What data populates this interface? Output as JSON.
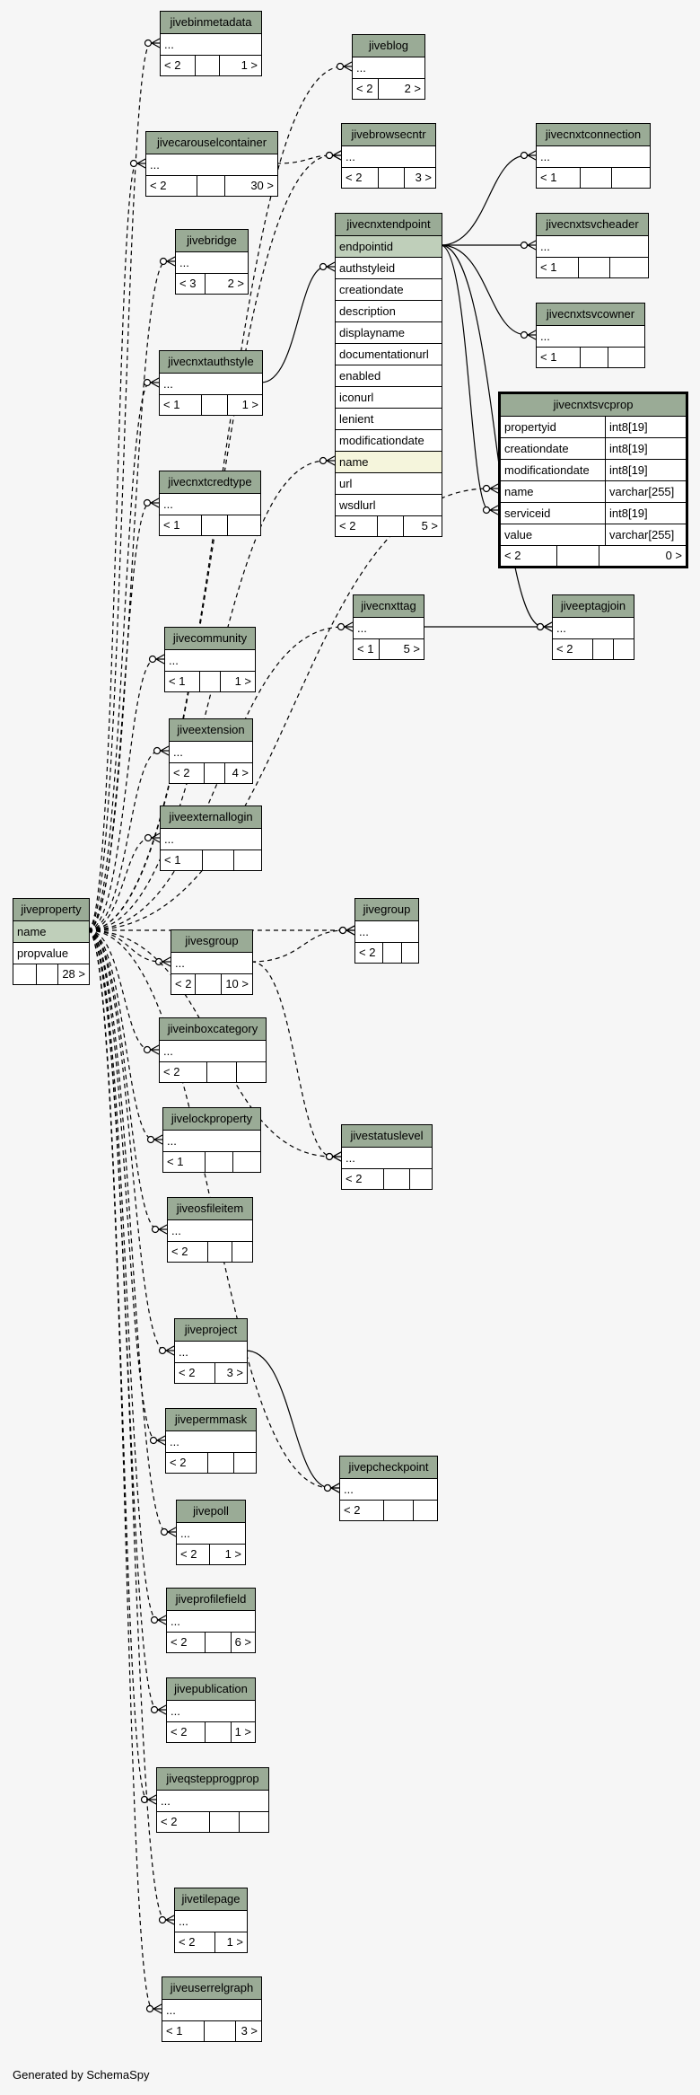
{
  "diagram": {
    "footer": "Generated by SchemaSpy",
    "ellipsis": "...",
    "colors": {
      "header": "#9aab96",
      "pk_row": "#bfcfba",
      "highlight_row": "#f5f5dc",
      "background": "#f6f6f6"
    }
  },
  "tables": {
    "jivebinmetadata": {
      "name": "jivebinmetadata",
      "footer": [
        "< 2",
        "",
        "1 >"
      ]
    },
    "jiveblog": {
      "name": "jiveblog",
      "footer": [
        "< 2",
        "2 >"
      ]
    },
    "jivecarouselcontainer": {
      "name": "jivecarouselcontainer",
      "footer": [
        "< 2",
        "",
        "30 >"
      ]
    },
    "jivebrowsecntr": {
      "name": "jivebrowsecntr",
      "footer": [
        "< 2",
        "",
        "3 >"
      ]
    },
    "jivecnxtconnection": {
      "name": "jivecnxtconnection",
      "footer": [
        "< 1",
        "",
        ""
      ]
    },
    "jivebridge": {
      "name": "jivebridge",
      "footer": [
        "< 3",
        "2 >"
      ]
    },
    "jivecnxtendpoint": {
      "name": "jivecnxtendpoint",
      "columns": [
        "endpointid",
        "authstyleid",
        "creationdate",
        "description",
        "displayname",
        "documentationurl",
        "enabled",
        "iconurl",
        "lenient",
        "modificationdate",
        "name",
        "url",
        "wsdlurl"
      ],
      "footer": [
        "< 2",
        "",
        "5 >"
      ]
    },
    "jivecnxtsvcheader": {
      "name": "jivecnxtsvcheader",
      "footer": [
        "< 1",
        "",
        ""
      ]
    },
    "jivecnxtsvcowner": {
      "name": "jivecnxtsvcowner",
      "footer": [
        "< 1",
        "",
        ""
      ]
    },
    "jivecnxtauthstyle": {
      "name": "jivecnxtauthstyle",
      "footer": [
        "< 1",
        "",
        "1 >"
      ]
    },
    "jivecnxtsvcprop": {
      "name": "jivecnxtsvcprop",
      "columns": [
        [
          "propertyid",
          "int8[19]"
        ],
        [
          "creationdate",
          "int8[19]"
        ],
        [
          "modificationdate",
          "int8[19]"
        ],
        [
          "name",
          "varchar[255]"
        ],
        [
          "serviceid",
          "int8[19]"
        ],
        [
          "value",
          "varchar[255]"
        ]
      ],
      "footer": [
        "< 2",
        "",
        "0 >"
      ]
    },
    "jivecnxtcredtype": {
      "name": "jivecnxtcredtype",
      "footer": [
        "< 1",
        "",
        ""
      ]
    },
    "jivecnxttag": {
      "name": "jivecnxttag",
      "footer": [
        "< 1",
        "5 >"
      ]
    },
    "jiveeptagjoin": {
      "name": "jiveeptagjoin",
      "footer": [
        "< 2",
        "",
        ""
      ]
    },
    "jivecommunity": {
      "name": "jivecommunity",
      "footer": [
        "< 1",
        "",
        "1 >"
      ]
    },
    "jiveextension": {
      "name": "jiveextension",
      "footer": [
        "< 2",
        "",
        "4 >"
      ]
    },
    "jiveexternallogin": {
      "name": "jiveexternallogin",
      "footer": [
        "< 1",
        "",
        ""
      ]
    },
    "jiveproperty": {
      "name": "jiveproperty",
      "columns": [
        "name",
        "propvalue"
      ],
      "footer": [
        "",
        "",
        "28 >"
      ]
    },
    "jivesgroup": {
      "name": "jivesgroup",
      "footer": [
        "< 2",
        "",
        "10 >"
      ]
    },
    "jivegroup": {
      "name": "jivegroup",
      "footer": [
        "< 2",
        "",
        ""
      ]
    },
    "jiveinboxcategory": {
      "name": "jiveinboxcategory",
      "footer": [
        "< 2",
        "",
        ""
      ]
    },
    "jivelockproperty": {
      "name": "jivelockproperty",
      "footer": [
        "< 1",
        "",
        ""
      ]
    },
    "jivestatuslevel": {
      "name": "jivestatuslevel",
      "footer": [
        "< 2",
        "",
        ""
      ]
    },
    "jiveosfileitem": {
      "name": "jiveosfileitem",
      "footer": [
        "< 2",
        "",
        ""
      ]
    },
    "jiveproject": {
      "name": "jiveproject",
      "footer": [
        "< 2",
        "3 >"
      ]
    },
    "jivepermmask": {
      "name": "jivepermmask",
      "footer": [
        "< 2",
        "",
        ""
      ]
    },
    "jivepcheckpoint": {
      "name": "jivepcheckpoint",
      "footer": [
        "< 2",
        "",
        ""
      ]
    },
    "jivepoll": {
      "name": "jivepoll",
      "footer": [
        "< 2",
        "1 >"
      ]
    },
    "jiveprofilefield": {
      "name": "jiveprofilefield",
      "footer": [
        "< 2",
        "",
        "6 >"
      ]
    },
    "jivepublication": {
      "name": "jivepublication",
      "footer": [
        "< 2",
        "",
        "1 >"
      ]
    },
    "jiveqstepprogprop": {
      "name": "jiveqstepprogprop",
      "footer": [
        "< 2",
        "",
        ""
      ]
    },
    "jivetilepage": {
      "name": "jivetilepage",
      "footer": [
        "< 2",
        "1 >"
      ]
    },
    "jiveuserrelgraph": {
      "name": "jiveuserrelgraph",
      "footer": [
        "< 1",
        "",
        "3 >"
      ]
    }
  },
  "relationships": [
    {
      "from": "jiveproperty",
      "to": "jivebinmetadata",
      "style": "dashed"
    },
    {
      "from": "jiveproperty",
      "to": "jiveblog",
      "style": "dashed"
    },
    {
      "from": "jiveproperty",
      "to": "jivecarouselcontainer",
      "style": "dashed"
    },
    {
      "from": "jivecarouselcontainer",
      "to": "jivebrowsecntr",
      "style": "dashed"
    },
    {
      "from": "jiveproperty",
      "to": "jivebrowsecntr",
      "style": "dashed"
    },
    {
      "from": "jiveproperty",
      "to": "jivebridge",
      "style": "dashed"
    },
    {
      "from": "jiveproperty",
      "to": "jivecnxtauthstyle",
      "style": "dashed"
    },
    {
      "from": "jivecnxtauthstyle",
      "to": "jivecnxtendpoint",
      "style": "solid"
    },
    {
      "from": "jivecnxtendpoint",
      "to": "jivecnxtconnection",
      "style": "solid"
    },
    {
      "from": "jivecnxtendpoint",
      "to": "jivecnxtsvcheader",
      "style": "solid"
    },
    {
      "from": "jivecnxtendpoint",
      "to": "jivecnxtsvcowner",
      "style": "solid"
    },
    {
      "from": "jivecnxtendpoint",
      "to": "jivecnxtsvcprop",
      "style": "solid"
    },
    {
      "from": "jivecnxtendpoint",
      "to": "jiveeptagjoin",
      "style": "solid"
    },
    {
      "from": "jiveproperty",
      "to": "jivecnxtendpoint",
      "style": "dashed"
    },
    {
      "from": "jiveproperty",
      "to": "jivecnxtsvcprop",
      "style": "dashed"
    },
    {
      "from": "jiveproperty",
      "to": "jivecnxtcredtype",
      "style": "dashed"
    },
    {
      "from": "jiveproperty",
      "to": "jivecnxttag",
      "style": "dashed"
    },
    {
      "from": "jivecnxttag",
      "to": "jiveeptagjoin",
      "style": "solid"
    },
    {
      "from": "jiveproperty",
      "to": "jivecommunity",
      "style": "dashed"
    },
    {
      "from": "jiveproperty",
      "to": "jiveextension",
      "style": "dashed"
    },
    {
      "from": "jiveproperty",
      "to": "jiveexternallogin",
      "style": "dashed"
    },
    {
      "from": "jiveproperty",
      "to": "jivegroup",
      "style": "dashed"
    },
    {
      "from": "jiveproperty",
      "to": "jivesgroup",
      "style": "dashed"
    },
    {
      "from": "jivesgroup",
      "to": "jivegroup",
      "style": "dashed"
    },
    {
      "from": "jivesgroup",
      "to": "jivestatuslevel",
      "style": "dashed"
    },
    {
      "from": "jiveproperty",
      "to": "jivestatuslevel",
      "style": "dashed"
    },
    {
      "from": "jiveproperty",
      "to": "jiveinboxcategory",
      "style": "dashed"
    },
    {
      "from": "jiveproperty",
      "to": "jivelockproperty",
      "style": "dashed"
    },
    {
      "from": "jiveproperty",
      "to": "jiveosfileitem",
      "style": "dashed"
    },
    {
      "from": "jiveproperty",
      "to": "jiveproject",
      "style": "dashed"
    },
    {
      "from": "jiveproject",
      "to": "jivepcheckpoint",
      "style": "solid"
    },
    {
      "from": "jiveproperty",
      "to": "jivepcheckpoint",
      "style": "dashed"
    },
    {
      "from": "jiveproperty",
      "to": "jivepermmask",
      "style": "dashed"
    },
    {
      "from": "jiveproperty",
      "to": "jivepoll",
      "style": "dashed"
    },
    {
      "from": "jiveproperty",
      "to": "jiveprofilefield",
      "style": "dashed"
    },
    {
      "from": "jiveproperty",
      "to": "jivepublication",
      "style": "dashed"
    },
    {
      "from": "jiveproperty",
      "to": "jiveqstepprogprop",
      "style": "dashed"
    },
    {
      "from": "jiveproperty",
      "to": "jivetilepage",
      "style": "dashed"
    },
    {
      "from": "jiveproperty",
      "to": "jiveuserrelgraph",
      "style": "dashed"
    }
  ]
}
